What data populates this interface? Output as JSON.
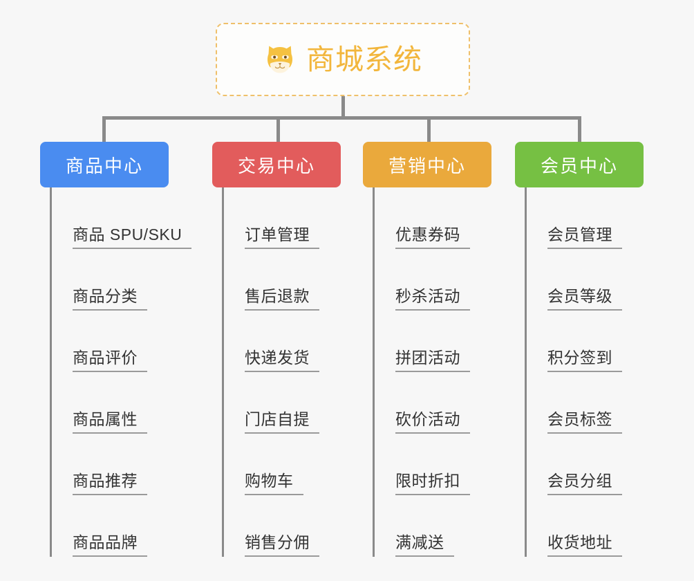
{
  "diagram": {
    "type": "mind-map",
    "background_color": "#f7f7f7",
    "root": {
      "title": "商城系统",
      "icon": "shiba-dog-face-icon",
      "border_color": "#efc06a",
      "text_color": "#f2b63c"
    },
    "branches": [
      {
        "label": "商品中心",
        "color": "#4a8cf0",
        "items": [
          "商品 SPU/SKU",
          "商品分类",
          "商品评价",
          "商品属性",
          "商品推荐",
          "商品品牌"
        ]
      },
      {
        "label": "交易中心",
        "color": "#e25c5c",
        "items": [
          "订单管理",
          "售后退款",
          "快递发货",
          "门店自提",
          "购物车",
          "销售分佣"
        ]
      },
      {
        "label": "营销中心",
        "color": "#eaa93c",
        "items": [
          "优惠券码",
          "秒杀活动",
          "拼团活动",
          "砍价活动",
          "限时折扣",
          "满减送"
        ]
      },
      {
        "label": "会员中心",
        "color": "#76c043",
        "items": [
          "会员管理",
          "会员等级",
          "积分签到",
          "会员标签",
          "会员分组",
          "收货地址"
        ]
      }
    ],
    "connector_color": "#8a8a8a",
    "item_text_color": "#333333",
    "item_underline_color": "#9a9a9a"
  }
}
